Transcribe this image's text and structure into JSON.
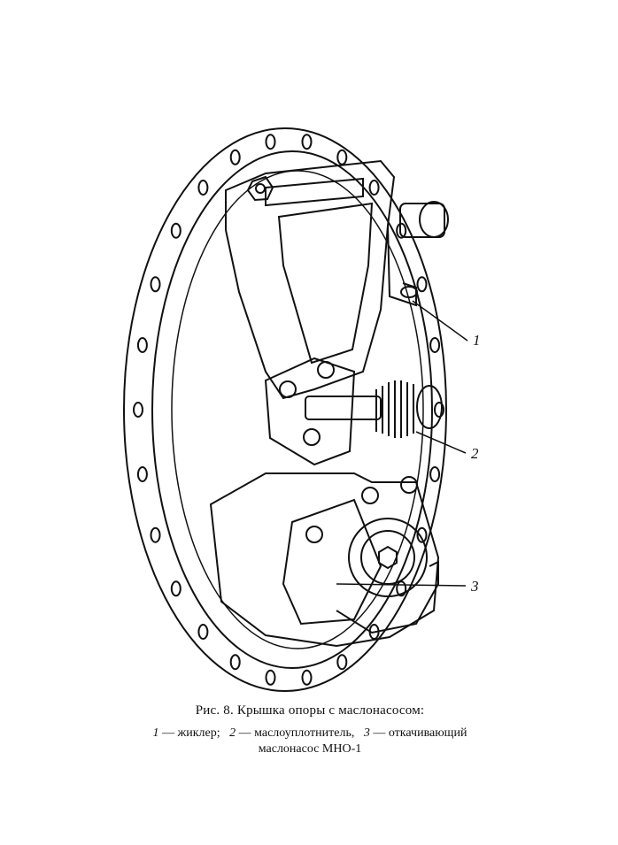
{
  "figure": {
    "callouts": [
      {
        "id": "1",
        "label": "1"
      },
      {
        "id": "2",
        "label": "2"
      },
      {
        "id": "3",
        "label": "3"
      }
    ]
  },
  "caption": {
    "title": "Рис. 8. Крышка опоры с маслонасосом:",
    "legend": [
      {
        "num": "1",
        "text": "— жиклер;"
      },
      {
        "num": "2",
        "text": "— маслоуплотнитель,"
      },
      {
        "num": "3",
        "text": "— откачивающий"
      }
    ],
    "legend_cont": "маслонасос МНО-1"
  }
}
